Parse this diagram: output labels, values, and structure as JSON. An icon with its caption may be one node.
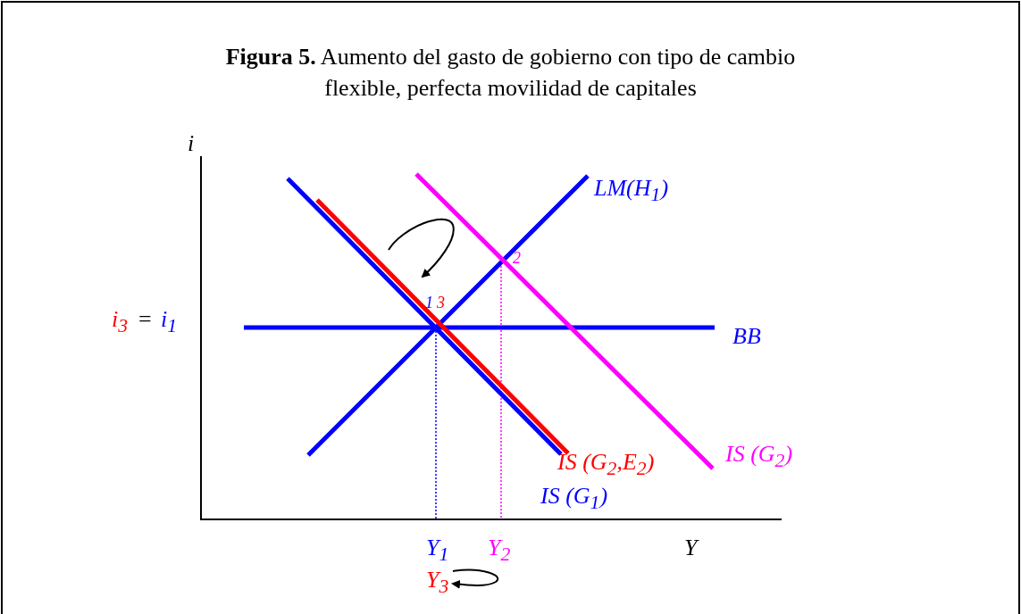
{
  "diagram": {
    "title": "**Figura 5.** Aumento del gasto de gobierno con tipo de cambio flexible, perfecta movilidad de capitales",
    "labels": [
      "i",
      "LM(H$_{1}$)",
      "2",
      "1",
      "3",
      "i$_{3}$",
      "=",
      "i$_{1}$",
      "BB",
      "IS (G$_{2}$,E$_{2}$)",
      "IS (G$_{2}$)",
      "IS (G$_{1}$)",
      "Y",
      "Y$_{1}$",
      "Y$_{2}$",
      "Y$_{3}$"
    ]
  }
}
